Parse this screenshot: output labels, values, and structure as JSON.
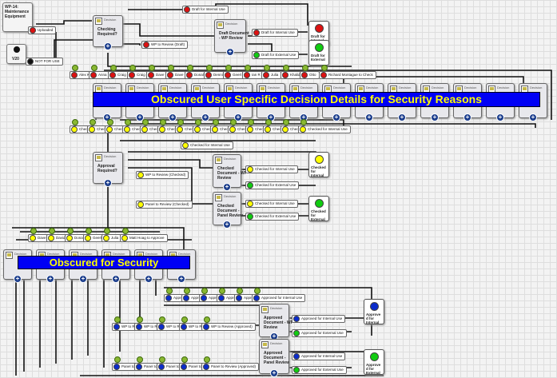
{
  "start": {
    "title": "WP-14: Maintenance Equipment",
    "v20": "V20"
  },
  "tags": {
    "uploaded": "Uploaded",
    "not_for_use": "NOT FOR USE",
    "draft_internal": "Draft for Internal Use",
    "wp_review_draft": "WP to Review (Draft)",
    "draft_internal2": "Draft for Internal Use",
    "draft_external": "Draft for External Use",
    "checked_internal": "Checked for Internal Use",
    "checked_internal_b": "Checked for Internal Use",
    "checked_external": "Checked for External Use",
    "checked_internal_c": "Checked for Internal Use",
    "checked_external_c": "Checked for External Use",
    "wp_review_checked": "WP to Review (Checked)",
    "panel_review_checked": "Panel to Review (Checked)",
    "wp_review_approved": "WP to Review (Approved)",
    "approved_internal": "Approved for Internal Use",
    "approved_internal_b": "Approved for Internal Use",
    "approved_external": "Approved for External Use",
    "approved_internal_c": "Approved for Internal Use",
    "approved_external_c": "Approved for External Use"
  },
  "decisions": {
    "hdr": "Decision",
    "checking": "Checking Required?",
    "draft_wp": "Draft Document - WP Review",
    "approval": "Approval Required?",
    "checked_wp": "Checked Document - WP Review",
    "checked_panel": "Checked Document - Panel Review",
    "approved_wp": "Approved Document - WP Review",
    "approved_panel": "Approved Document - Panel Review"
  },
  "lamps": {
    "draft_internal": "Draft for Internal",
    "draft_external": "Draft for External",
    "checked_internal": "Checked for Internal",
    "checked_external": "Checked for External",
    "approve_internal": "Approve d for Internal",
    "approve_external": "Approve d for External"
  },
  "row1": [
    "Alex K",
    "Anna",
    "Craig",
    "Craig",
    "Dave C",
    "Dave",
    "Donal",
    "Dennis",
    "Geert",
    "Ian R",
    "Julia",
    "Khalid",
    "Otto",
    "Richard Montague to Check"
  ],
  "row2": [
    "Check",
    "Check",
    "Check",
    "Check",
    "Check",
    "Check",
    "Check",
    "Check",
    "Check",
    "Check",
    "Check",
    "Check",
    "Check",
    "Checked for Internal Use"
  ],
  "row3": [
    "Dave",
    "David",
    "Donal",
    "Geert",
    "Julia",
    "Matt Hoag to Approve"
  ],
  "row4": [
    "Appro",
    "Appro",
    "Appro",
    "Appro",
    "Appro",
    "Approved for Internal Use"
  ],
  "row5": [
    "WP to Rev",
    "WP to Re",
    "WP to Re",
    "WP to Re",
    "WP to Review (Approved)"
  ],
  "row6": [
    "Panel to",
    "Panel to",
    "Panel to",
    "Panel to",
    "Panel to Review (Approved)"
  ],
  "banner1": "Obscured User Specific Decision Details for Security Reasons",
  "banner2": "Obscured for Security"
}
